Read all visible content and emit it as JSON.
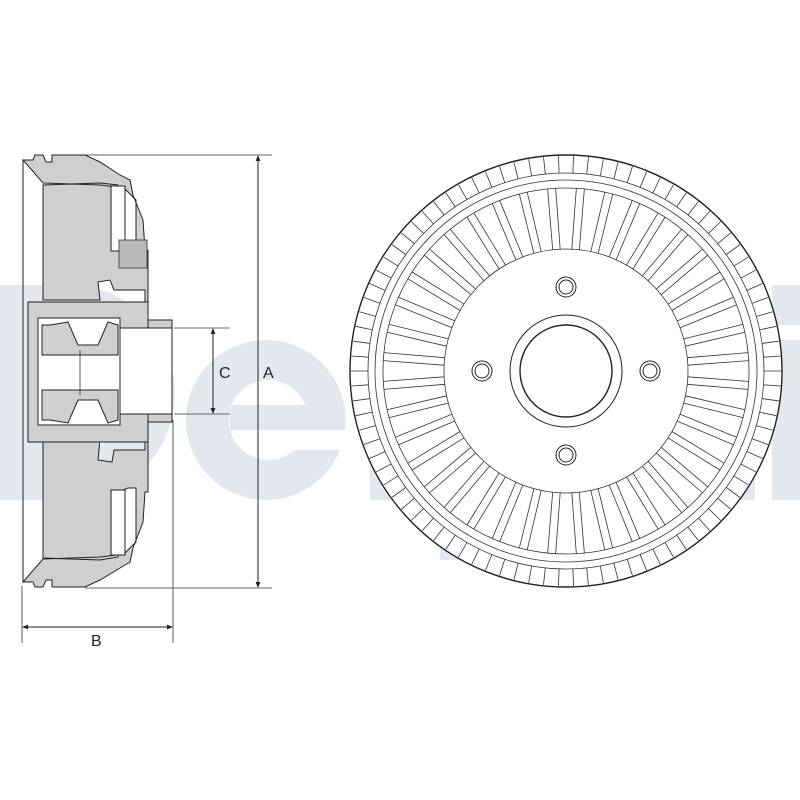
{
  "watermark": {
    "text": "Delphi",
    "color": "#e3e8ef"
  },
  "dimensions": {
    "a_label": "A",
    "b_label": "B",
    "c_label": "C"
  },
  "colors": {
    "section_fill": "#cfcfd1",
    "line": "#222222"
  },
  "front_view": {
    "bolt_holes": 4,
    "ribs": 40,
    "teeth": 90
  }
}
